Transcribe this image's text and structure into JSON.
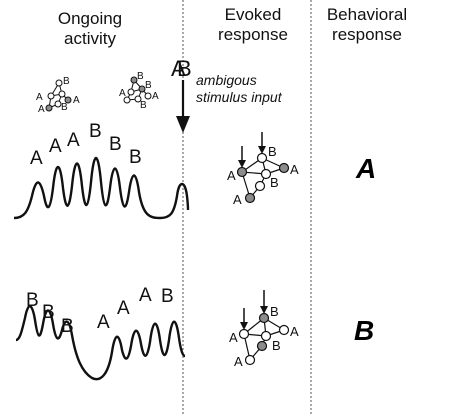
{
  "headers": {
    "ongoing_line1": "Ongoing",
    "ongoing_line2": "activity",
    "evoked_line1": "Evoked",
    "evoked_line2": "response",
    "behavioral_line1": "Behavioral",
    "behavioral_line2": "response"
  },
  "stimulus": {
    "ambiguous_glyph_a": "A",
    "ambiguous_glyph_b": "B",
    "label_line1": "ambigous",
    "label_line2": "stimulus input"
  },
  "row_top": {
    "peak_labels": [
      "A",
      "A",
      "A",
      "B",
      "B",
      "B"
    ],
    "behavior": "A"
  },
  "row_bottom": {
    "peak_labels": [
      "B",
      "B",
      "B",
      "A",
      "A",
      "A",
      "B"
    ],
    "behavior": "B"
  },
  "node_labels": {
    "a": "A",
    "b": "B"
  },
  "colors": {
    "ink": "#111111",
    "node_active": "#8c8c8c",
    "node_inactive": "#ffffff",
    "divider": "#555555"
  }
}
